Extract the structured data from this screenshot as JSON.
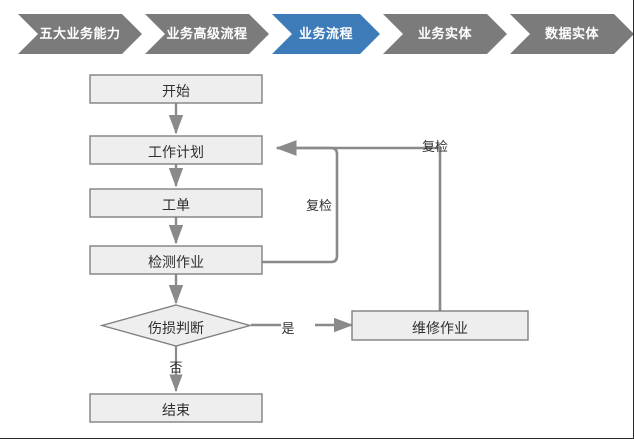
{
  "breadcrumb": {
    "active_color": "#3d7cb8",
    "inactive_color": "#7b7b7b",
    "items": [
      {
        "label": "五大业务能力",
        "active": false
      },
      {
        "label": "业务高级流程",
        "active": false
      },
      {
        "label": "业务流程",
        "active": true
      },
      {
        "label": "业务实体",
        "active": false
      },
      {
        "label": "数据实体",
        "active": false
      }
    ]
  },
  "flowchart": {
    "type": "flowchart",
    "node_fill": "#eeeeee",
    "node_stroke": "#808080",
    "connector_color": "#8a8a8a",
    "nodes": [
      {
        "id": "start",
        "label": "开始",
        "shape": "rect"
      },
      {
        "id": "work_plan",
        "label": "工作计划",
        "shape": "rect"
      },
      {
        "id": "work_order",
        "label": "工单",
        "shape": "rect"
      },
      {
        "id": "inspection",
        "label": "检测作业",
        "shape": "rect"
      },
      {
        "id": "damage_check",
        "label": "伤损判断",
        "shape": "diamond"
      },
      {
        "id": "repair",
        "label": "维修作业",
        "shape": "rect"
      },
      {
        "id": "end",
        "label": "结束",
        "shape": "rect"
      }
    ],
    "edges": [
      {
        "from": "start",
        "to": "work_plan",
        "label": ""
      },
      {
        "from": "work_plan",
        "to": "work_order",
        "label": ""
      },
      {
        "from": "work_order",
        "to": "inspection",
        "label": ""
      },
      {
        "from": "inspection",
        "to": "damage_check",
        "label": ""
      },
      {
        "from": "damage_check",
        "to": "repair",
        "label": "是"
      },
      {
        "from": "damage_check",
        "to": "end",
        "label": "否"
      },
      {
        "from": "inspection",
        "to": "work_plan",
        "label": "复检"
      },
      {
        "from": "repair",
        "to": "work_plan",
        "label": "复检"
      }
    ],
    "labels": {
      "yes": "是",
      "no": "否",
      "recheck_inner": "复检",
      "recheck_outer": "复检"
    }
  }
}
